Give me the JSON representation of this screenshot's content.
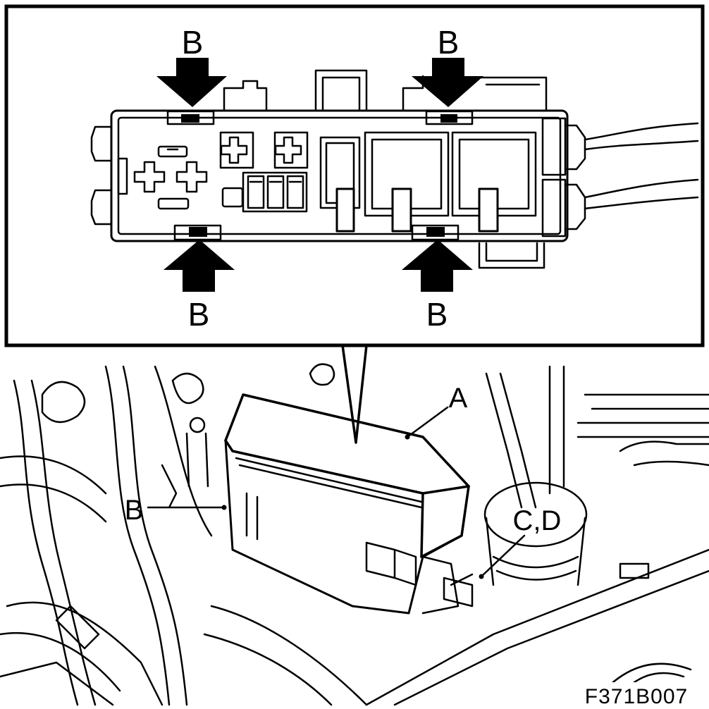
{
  "figure_code": "F371B007",
  "callouts": {
    "inset_clip_top_left": "B",
    "inset_clip_top_right": "B",
    "inset_clip_bottom_left": "B",
    "inset_clip_bottom_right": "B",
    "fuse_box": "A",
    "clip_side": "B",
    "connectors": "C,D"
  }
}
